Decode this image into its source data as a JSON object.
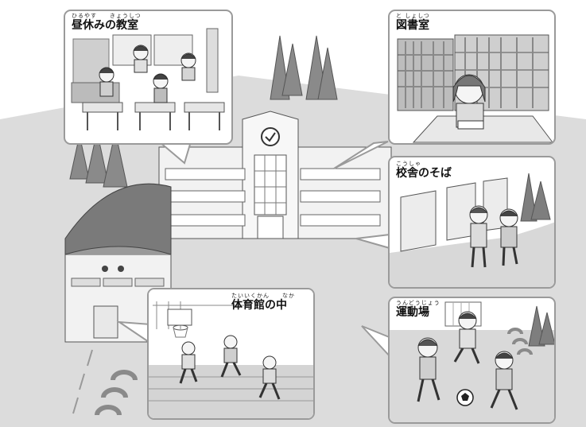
{
  "panels": {
    "classroom": {
      "ruby": "ひるやす　　きょうしつ",
      "label": "昼休みの教室"
    },
    "library": {
      "ruby": "と しょしつ",
      "label": "図書室"
    },
    "schoolside": {
      "ruby": "こうしゃ",
      "label": "校舎のそば"
    },
    "gym": {
      "ruby": "たいいくかん　　なか",
      "label": "体育館の中"
    },
    "field": {
      "ruby": "うんどうじょう",
      "label": "運動場"
    }
  },
  "colors": {
    "ground": "#d9d9d9",
    "sky": "#ffffff",
    "roof": "#7a7a7a",
    "wall": "#f2f2f2",
    "line": "#555555"
  }
}
